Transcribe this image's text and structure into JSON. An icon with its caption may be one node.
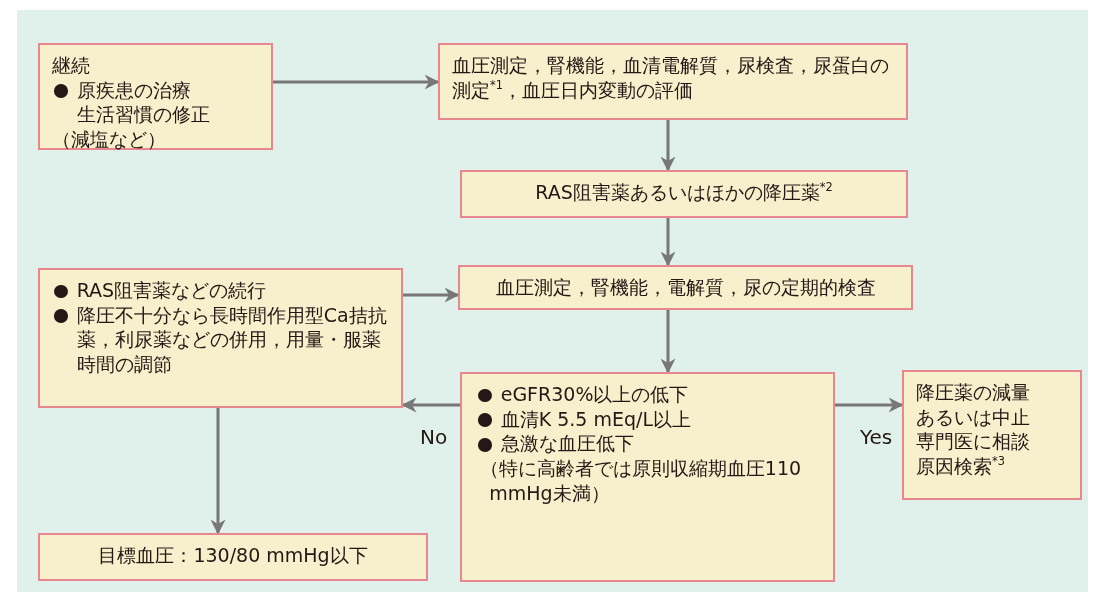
{
  "diagram": {
    "nodes": [
      {
        "text": [
          "継続",
          "原疾患の治療",
          "生活習慣の修正",
          "（減塩など）"
        ]
      },
      {
        "text": [
          "血圧測定，腎機能，血清電解質，尿検査，尿蛋白の測定$^{*1}$，血圧日内変動の評価"
        ]
      },
      {
        "text": [
          "RAS阻害薬あるいはほかの降圧薬$^{*2}$"
        ]
      },
      {
        "text": [
          "血圧測定，腎機能，電解質，尿の定期的検査"
        ]
      },
      {
        "text": [
          "RAS阻害薬などの続行",
          "降圧不十分なら長時間作用型Ca拮抗薬，利尿薬などの併用，用量・服薬時間の調節"
        ]
      },
      {
        "text": [
          "eGFR30%以上の低下",
          "血清K 5.5 mEq/L以上",
          "急激な血圧低下",
          "（特に高齢者では原則収縮期血圧110 mmHg未満）"
        ]
      },
      {
        "text": [
          "降圧薬の減量",
          "あるいは中止",
          "専門医に相談",
          "原因検索$^{*3}$"
        ]
      },
      {
        "text": [
          "目標血圧：130/80 mmHg以下"
        ]
      }
    ],
    "edges": [
      {
        "from": 0,
        "to": 1,
        "arrow": "to"
      },
      {
        "from": 1,
        "to": 2,
        "arrow": "to"
      },
      {
        "from": 2,
        "to": 3,
        "arrow": "to"
      },
      {
        "from": 4,
        "to": 3,
        "arrow": "to"
      },
      {
        "from": 3,
        "to": 5,
        "arrow": "to"
      },
      {
        "from": 5,
        "to": 4,
        "arrow": "to",
        "label": "No"
      },
      {
        "from": 5,
        "to": 6,
        "arrow": "to",
        "label": "Yes"
      },
      {
        "from": 4,
        "to": 7,
        "arrow": "to"
      }
    ]
  }
}
